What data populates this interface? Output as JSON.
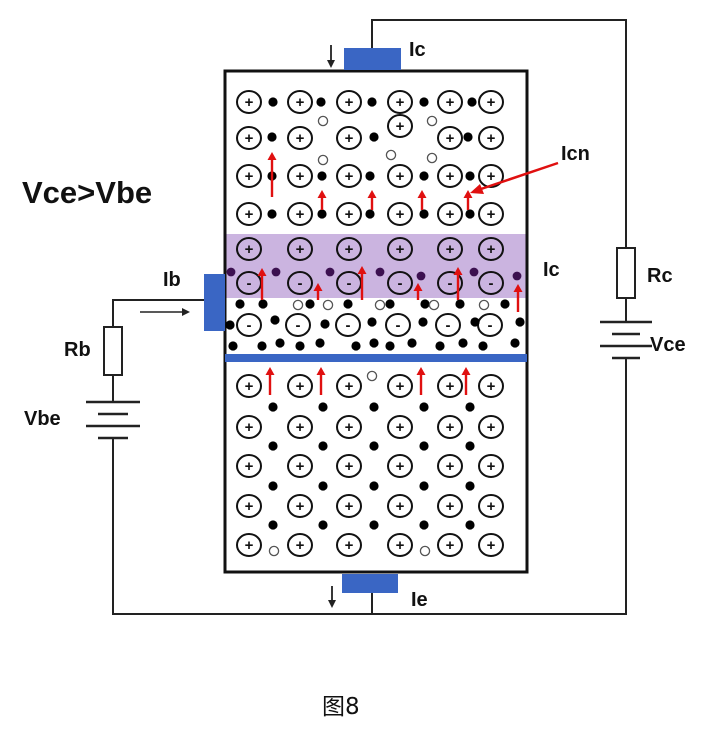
{
  "labels": {
    "condition": "Vce>Vbe",
    "ic_top": "Ic",
    "icn": "Icn",
    "ic_side": "Ic",
    "ib": "Ib",
    "rb": "Rb",
    "vbe": "Vbe",
    "rc": "Rc",
    "vce": "Vce",
    "ie": "Ie",
    "caption": "图8"
  },
  "symbols": {
    "plus": "+",
    "minus": "-"
  },
  "colors": {
    "terminal": "#3a66c4",
    "base_region": "#cbb4e0",
    "arrow": "#e01010",
    "electron": "#000000",
    "base_hole": "#3c1050",
    "wire": "#222222"
  }
}
